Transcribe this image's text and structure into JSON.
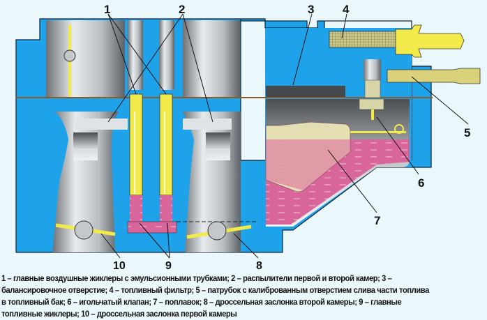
{
  "callouts": {
    "c1": "1",
    "c2": "2",
    "c3": "3",
    "c4": "4",
    "c5": "5",
    "c6": "6",
    "c7": "7",
    "c8": "8",
    "c9": "9",
    "c10": "10"
  },
  "caption": {
    "lines": [
      "1 – главные воздушные жиклеры с эмульсионными трубками; 2 – распылители первой и второй камер; 3 –",
      "балансировочное отверстие; 4 – топливный фильтр; 5 – патрубок с калиброванным отверстием слива части топлива",
      "в топливный бак; 6 – игольчатый клапан; 7 – поплавок; 8 – дроссельная заслонка второй камеры; 9 – главные",
      "топливные жиклеры; 10 – дроссельная заслонка первой камеры"
    ]
  },
  "colors": {
    "background": "#eaf8fb",
    "body": "#1ea3ea",
    "fuel": "#d9669a",
    "brass": "#f2ea4a",
    "float": "#eee9b8",
    "steel": "#bfc3c6"
  }
}
